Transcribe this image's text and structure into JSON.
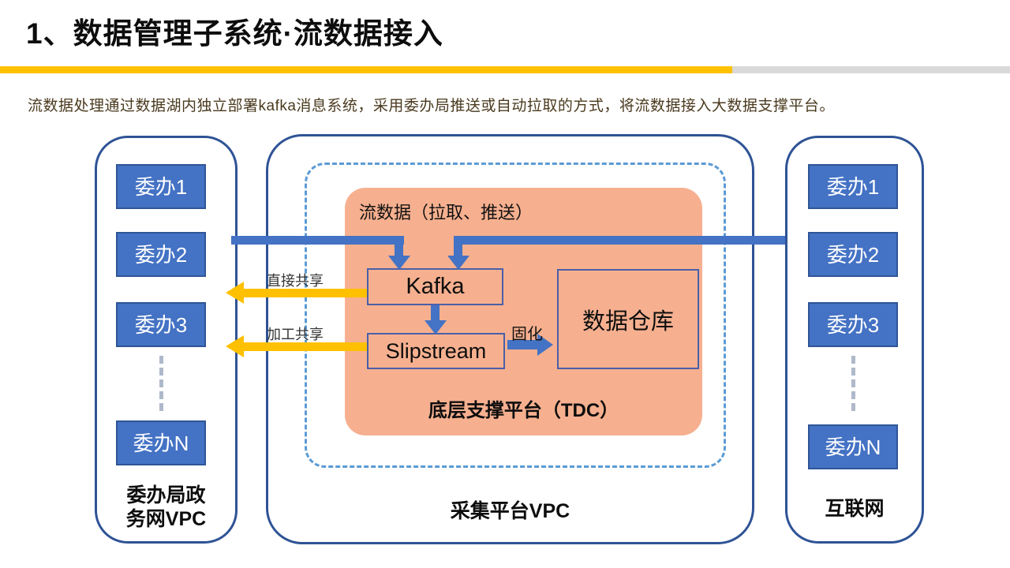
{
  "slide": {
    "title": "1、数据管理子系统·流数据接入",
    "description": "流数据处理通过数据湖内独立部署kafka消息系统，采用委办局推送或自动拉取的方式，将流数据接入大数据支撑平台。"
  },
  "colors": {
    "accent_yellow": "#FFC000",
    "node_blue": "#4472C4",
    "container_border_blue": "#2E5395",
    "dashed_border_blue": "#5B9BD5",
    "zone_orange": "#F6B08F",
    "divider_gray": "#D9D9D9",
    "description_text": "#4A3A1E"
  },
  "left_vpc": {
    "nodes": [
      "委办1",
      "委办2",
      "委办3"
    ],
    "node_last": "委办N",
    "label_line1": "委办局政",
    "label_line2": "务网VPC"
  },
  "platform_vpc": {
    "label": "采集平台VPC",
    "stream_zone_title": "流数据（拉取、推送）",
    "kafka_label": "Kafka",
    "slipstream_label": "Slipstream",
    "warehouse_label": "数据仓库",
    "tdc_label": "底层支撑平台（TDC）",
    "solidify_label": "固化"
  },
  "right_vpc": {
    "nodes": [
      "委办1",
      "委办2",
      "委办3"
    ],
    "node_last": "委办N",
    "label": "互联网"
  },
  "share_arrows": {
    "direct": "直接共享",
    "processed": "加工共享"
  }
}
